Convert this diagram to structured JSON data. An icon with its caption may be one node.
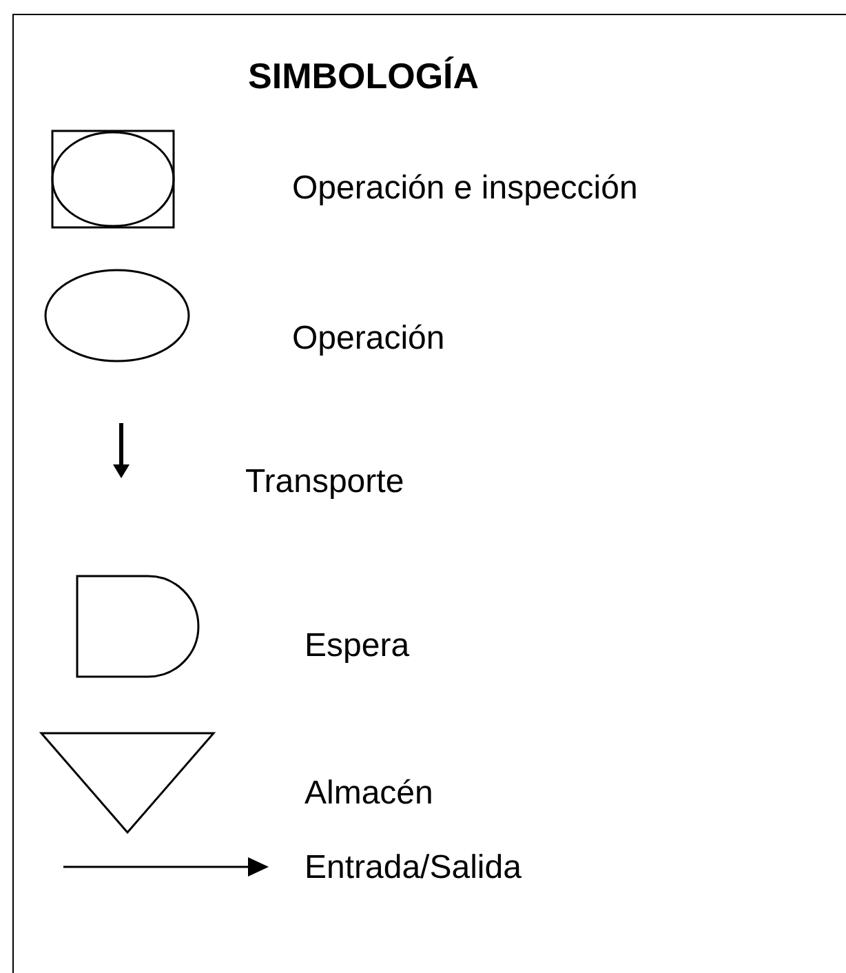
{
  "diagram": {
    "title": "SIMBOLOGÍA",
    "legend": [
      {
        "text": "Operación e inspección"
      },
      {
        "text": "Operación"
      },
      {
        "text": "Transporte"
      },
      {
        "text": "Espera"
      },
      {
        "text": "Almacén"
      },
      {
        "text": "Entrada/Salida"
      }
    ]
  }
}
